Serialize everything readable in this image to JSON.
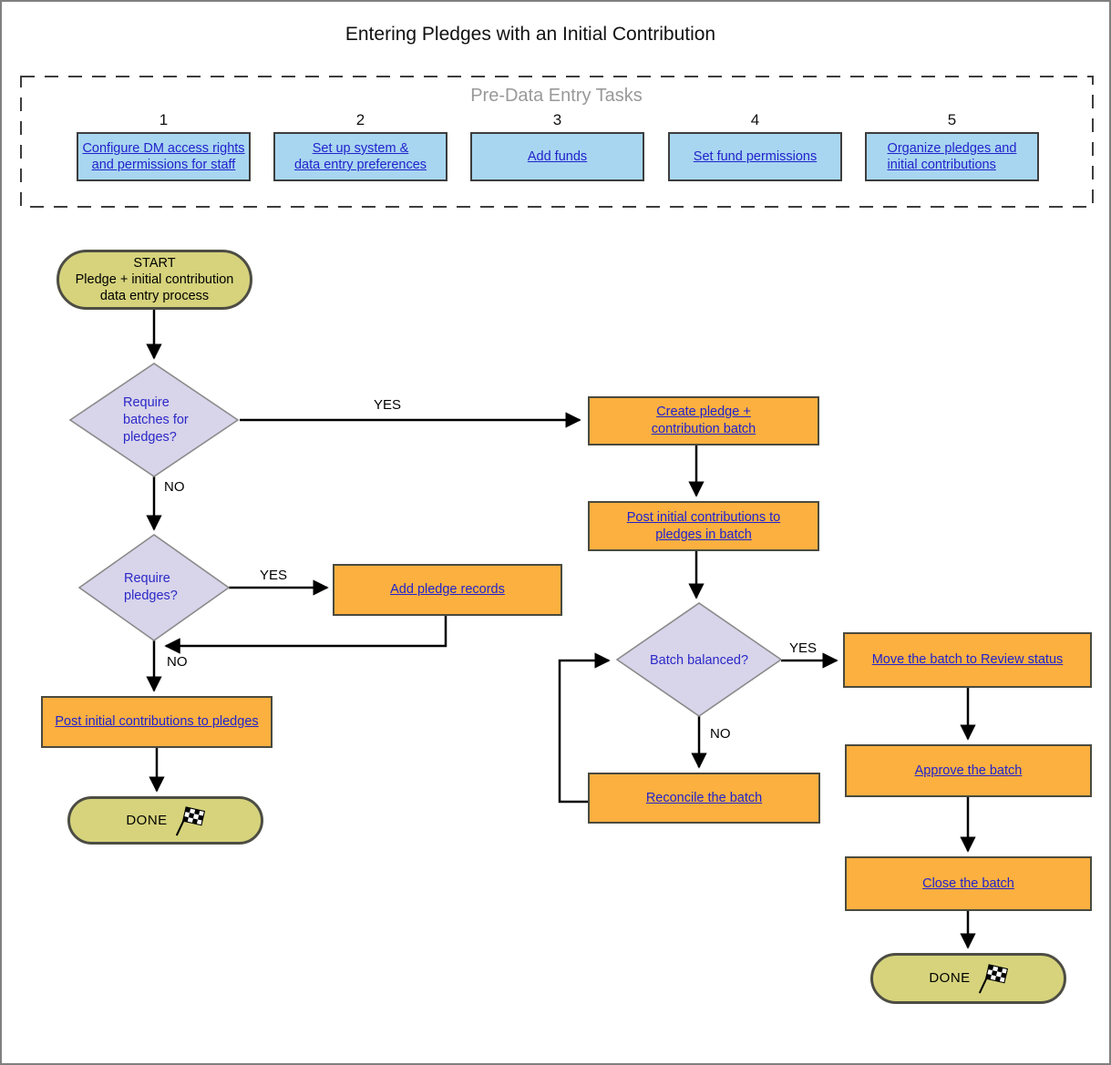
{
  "title": "Entering Pledges with an Initial Contribution",
  "colors": {
    "process_fill": "#FBB040",
    "terminal_fill": "#D6D37C",
    "decision_fill": "#D8D4EA",
    "pretask_fill": "#A8D6F0",
    "link_text": "#2222CC",
    "decision_text": "#2B28C8",
    "pretask_title": "#999999"
  },
  "icons": {
    "done_flag": "checkered-flag-icon"
  },
  "pre_tasks": {
    "title": "Pre-Data Entry Tasks",
    "items": [
      {
        "num": "1",
        "text": "Configure DM access rights\nand permissions for staff"
      },
      {
        "num": "2",
        "text": "Set up system &\ndata entry preferences"
      },
      {
        "num": "3",
        "text": "Add funds"
      },
      {
        "num": "4",
        "text": "Set fund permissions"
      },
      {
        "num": "5",
        "text": "Organize pledges and\ninitial contributions"
      }
    ]
  },
  "nodes": {
    "start": {
      "text": "START\nPledge + initial contribution\ndata entry process"
    },
    "require_batches": {
      "text": "Require\nbatches for\npledges?"
    },
    "require_pledges": {
      "text": "Require\npledges?"
    },
    "batch_balanced": {
      "text": "Batch balanced?"
    },
    "create_batch": {
      "text": "Create pledge +\ncontribution batch"
    },
    "post_batch": {
      "text": "Post initial contributions to\npledges in batch"
    },
    "add_pledges": {
      "text": "Add pledge records"
    },
    "post_pledges": {
      "text": "Post initial contributions to pledges"
    },
    "move_review": {
      "text": "Move the batch to Review status"
    },
    "approve": {
      "text": "Approve the batch"
    },
    "close": {
      "text": "Close the batch"
    },
    "reconcile": {
      "text": "Reconcile the batch"
    },
    "done": {
      "text": "DONE"
    }
  },
  "edge_labels": {
    "yes": "YES",
    "no": "NO"
  }
}
